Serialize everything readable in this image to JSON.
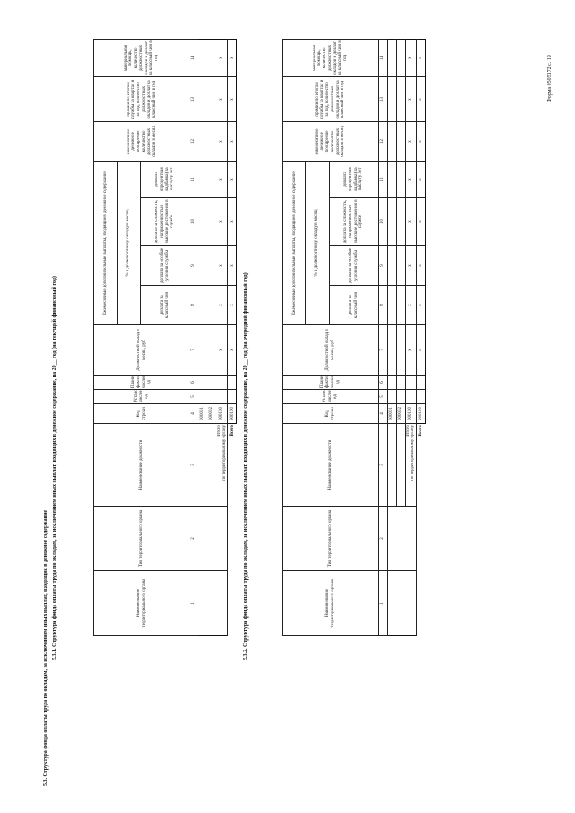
{
  "form_label": "Форма 0505172 с. 19",
  "title_main": "5.3. Структура фонда оплаты труда по окладам, за исключением иных выплат, входящих в денежное содержание",
  "title_1": "5.3.1. Структура фонда оплаты труда по окладам, за исключением иных выплат, входящих в денежное содержание, на 20__ год (на текущий финансовый год)",
  "title_2": "5.3.2. Структура фонда оплаты труда по окладам, за исключением иных выплат, входящих в денежное содержание, на 20__ год (на очередной финансовый год)",
  "headers": {
    "c1": "Наименование территориального органа",
    "c2": "Тип территориального органа",
    "c3": "Наименование должности",
    "c4": "Код строки",
    "c5": "Установленная численность, ед",
    "c6": "Планируемая фактическая численность, ед",
    "c7": "Должностной оклад в месяц, руб",
    "group": "Ежемесячные дополнительные выплаты, входящие в денежное содержание",
    "group_sub": "% к должностному окладу в месяц",
    "c8": "доплата за классный чин",
    "c9": "доплата за особые условия службы",
    "c10": "доплата за сложность, напряженность и высокие достижения в службе",
    "c11": "доплата (процентная надбавка) за выслугу лет",
    "c12": "ежемесячное денежное поощрение количество должностных окладов в месяц",
    "c13": "премии по итогам службы за квартал и за год, количество должностных окладов и доплат за классный чин в год",
    "c14": "материальная помощь, количество должностных окладов и доплат за классный чин в год"
  },
  "col_numbers": [
    "1",
    "2",
    "3",
    "4",
    "5",
    "6",
    "7",
    "8",
    "9",
    "10",
    "11",
    "12",
    "13",
    "14"
  ],
  "rows": {
    "code1": "000001",
    "code2": "000002",
    "itogo": "Итого",
    "itogo_terr": "по территориальному органу",
    "code_total": "000100",
    "vsego": "Всего",
    "code_all": "900100",
    "x": "x"
  }
}
